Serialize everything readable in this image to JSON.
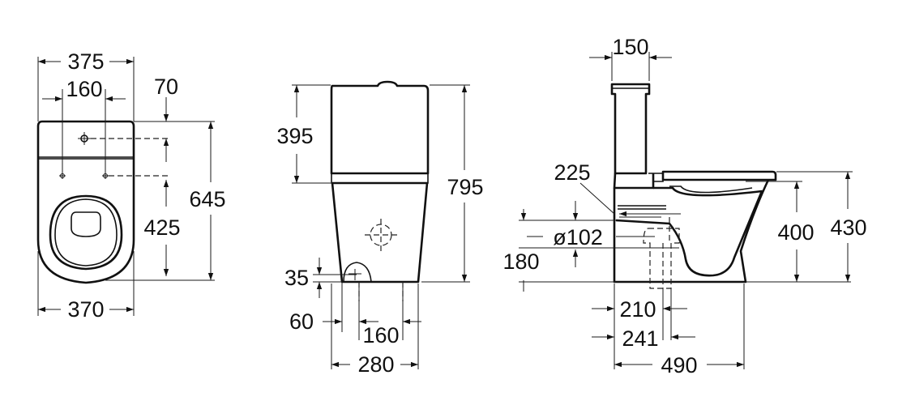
{
  "top_view": {
    "overall_width": "375",
    "fixing_spacing": "160",
    "fixing_offset": "70",
    "overall_depth": "645",
    "fixing_to_front": "425",
    "bottom_width": "370"
  },
  "front_view": {
    "cistern_height": "395",
    "overall_height": "795",
    "inlet_height": "35",
    "inlet_offset": "60",
    "floor_fixing_spacing": "160",
    "base_width": "280"
  },
  "side_view": {
    "cistern_depth": "150",
    "tank_offset": "225",
    "outlet_diameter": "ø102",
    "outlet_height": "180",
    "bowl_height": "400",
    "seat_height": "430",
    "outlet_to_wall_min": "210",
    "outlet_to_wall_max": "241",
    "overall_length": "490"
  }
}
